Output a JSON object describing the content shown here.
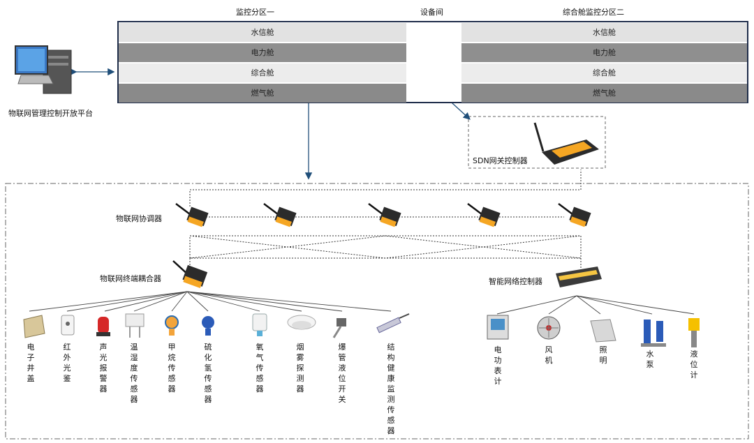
{
  "zones": {
    "zone1_title": "监控分区一",
    "equipment_room": "设备间",
    "zone2_title": "综合舱监控分区二",
    "zone1_rows": [
      "水信舱",
      "电力舱",
      "综合舱",
      "燃气舱"
    ],
    "zone2_rows": [
      "水信舱",
      "电力舱",
      "综合舱",
      "燃气舱"
    ]
  },
  "platform_label": "物联网管理控制开放平台",
  "sdn_label": "SDN网关控制器",
  "coordinator_label": "物联网协调器",
  "coupler_label": "物联网终端耦合器",
  "smart_controller_label": "智能网络控制器",
  "sensors": [
    "电子井盖",
    "红外光鉴",
    "声光报警器",
    "温湿度传感器",
    "甲烷传感器",
    "硫化氢传感器",
    "氧气传感器",
    "烟雾探测器",
    "爆管液位开关",
    "结构健康监测传感器"
  ],
  "actuators": [
    "电功表计",
    "风机",
    "照明",
    "水泵",
    "液位计"
  ],
  "colors": {
    "arrow": "#1f4e79",
    "device_orange": "#f5a623",
    "device_dark": "#2b2b2b"
  }
}
